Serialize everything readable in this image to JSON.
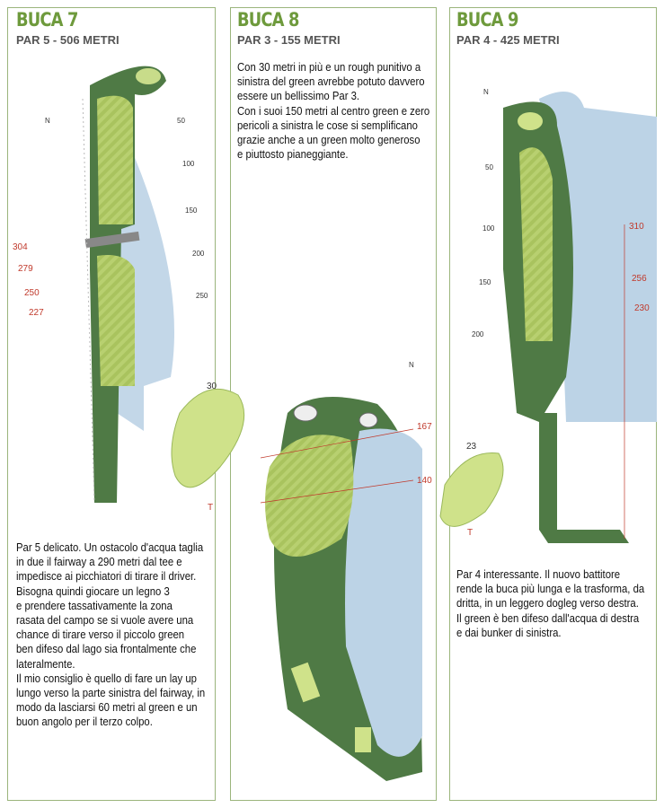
{
  "holes": [
    {
      "title": "BUCA 7",
      "subtitle": "PAR 5 - 506 METRI",
      "text": "Par 5 delicato. Un ostacolo d'acqua taglia\nin due il fairway a 290 metri dal tee e\nimpedisce ai picchiatori di tirare il driver.\nBisogna quindi giocare un legno 3\ne prendere tassativamente la zona\nrasata del campo se si vuole avere una\nchance di tirare verso il piccolo green\nben difeso dal lago sia frontalmente che\nlateralmente.\nIl mio consiglio è quello di fare un lay up\nlungo verso la parte sinistra del fairway, in\nmodo da lasciarsi 60 metri al green e un\nbuon angolo per il terzo colpo.",
      "distances": [
        "304",
        "279",
        "250",
        "227"
      ],
      "green_marks": [
        "50",
        "100",
        "150",
        "200",
        "250"
      ],
      "green_depth": "30",
      "tee_mark": "T",
      "compass": "N"
    },
    {
      "title": "BUCA 8",
      "subtitle": "PAR 3 - 155 METRI",
      "text": "Con 30 metri in più e un rough punitivo a\nsinistra del green avrebbe potuto davvero\nessere un bellissimo Par 3.\nCon i suoi 150 metri al centro green e zero\npericoli a sinistra le cose si semplificano\ngrazie anche a un green molto generoso\ne piuttosto pianeggiante.",
      "distances": [
        "167",
        "140"
      ],
      "compass": "N"
    },
    {
      "title": "BUCA 9",
      "subtitle": "PAR 4 - 425 METRI",
      "text": "Par 4 interessante. Il nuovo battitore\nrende la buca più lunga e la trasforma, da\ndritta, in un leggero dogleg verso destra.\nIl green è ben difeso dall'acqua di destra\ne dai bunker di sinistra.",
      "distances": [
        "310",
        "256",
        "230"
      ],
      "green_marks": [
        "50",
        "100",
        "150",
        "200"
      ],
      "green_depth": "23",
      "tee_mark": "T",
      "compass": "N"
    }
  ],
  "colors": {
    "accent": "#6e9a3c",
    "fairway": "#b5cf6e",
    "rough": "#4f7a45",
    "water": "#bcd3e6",
    "distance": "#c0392b"
  }
}
